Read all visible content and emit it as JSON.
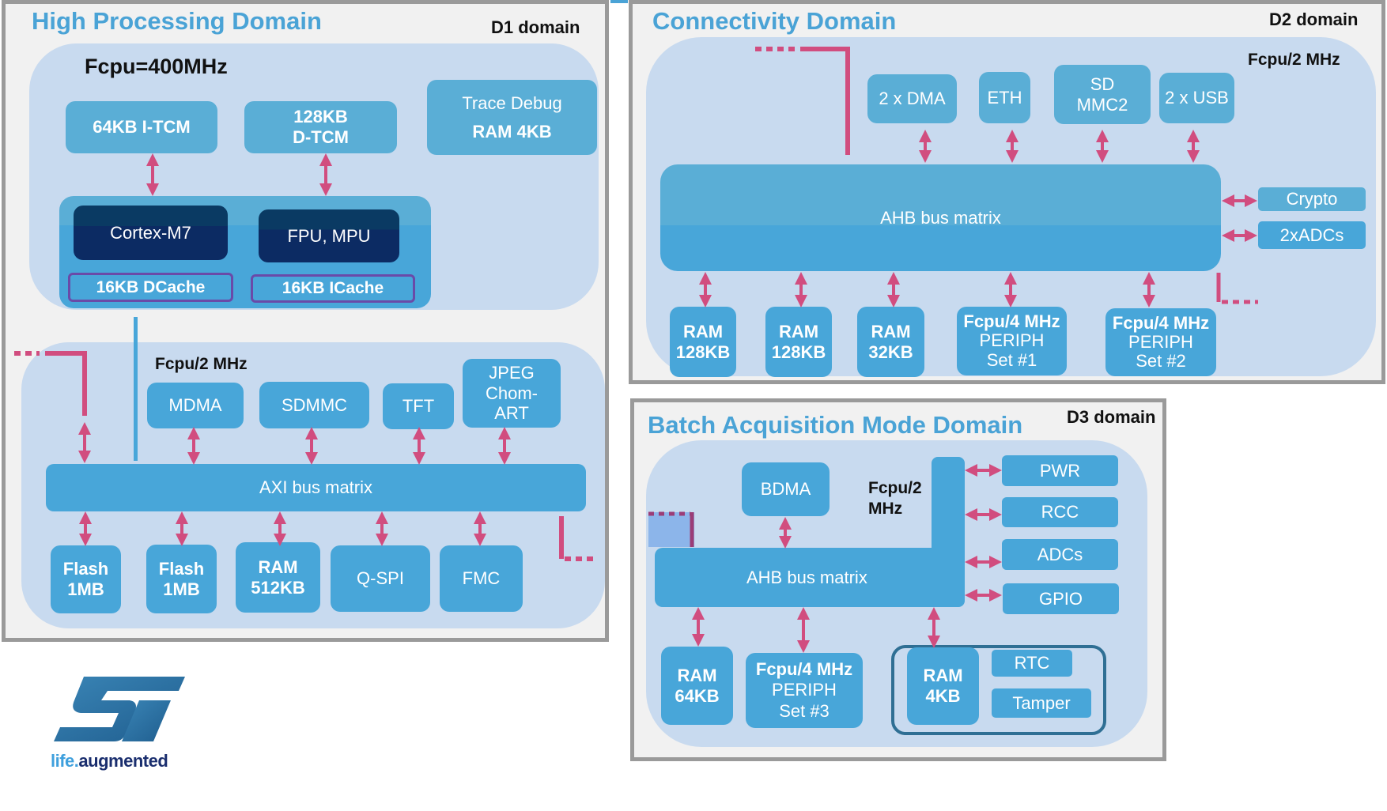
{
  "colors": {
    "title_blue": "#4aa3d6",
    "block_blue": "#48a6d9",
    "panel_blue": "#c8daef",
    "core_dark": "#0c2b63",
    "cache_border": "#6a4aa8",
    "arrow_pink": "#d14d7f",
    "domain_border": "#9a9a9a"
  },
  "d1": {
    "title": "High Processing Domain",
    "label": "D1 domain",
    "core_freq": "Fcpu=400MHz",
    "itcm": "64KB I-TCM",
    "dtcm_line1": "128KB",
    "dtcm_line2": "D-TCM",
    "trace_line1": "Trace Debug",
    "trace_line2": "RAM 4KB",
    "cortex": "Cortex-M7",
    "fpu": "FPU, MPU",
    "dcache": "16KB DCache",
    "icache": "16KB ICache",
    "bus_freq": "Fcpu/2 MHz",
    "masters": [
      {
        "lines": [
          "MDMA"
        ]
      },
      {
        "lines": [
          "SDMMC"
        ]
      },
      {
        "lines": [
          "TFT"
        ]
      },
      {
        "lines": [
          "JPEG",
          "Chom-",
          "ART"
        ]
      }
    ],
    "bus": "AXI bus matrix",
    "slaves": [
      {
        "lines": [
          "Flash",
          "1MB"
        ]
      },
      {
        "lines": [
          "Flash",
          "1MB"
        ]
      },
      {
        "lines": [
          "RAM",
          "512KB"
        ]
      },
      {
        "lines": [
          "Q-SPI"
        ]
      },
      {
        "lines": [
          "FMC"
        ]
      }
    ]
  },
  "d2": {
    "title": "Connectivity Domain",
    "label": "D2 domain",
    "bus_freq": "Fcpu/2 MHz",
    "masters": [
      {
        "lines": [
          "2 x DMA"
        ]
      },
      {
        "lines": [
          "ETH"
        ]
      },
      {
        "lines": [
          "SD",
          "MMC2"
        ]
      },
      {
        "lines": [
          "2 x USB"
        ]
      }
    ],
    "bus": "AHB bus matrix",
    "side": [
      {
        "label": "Crypto"
      },
      {
        "label": "2xADCs"
      }
    ],
    "rams": [
      {
        "lines": [
          "RAM",
          "128KB"
        ]
      },
      {
        "lines": [
          "RAM",
          "128KB"
        ]
      },
      {
        "lines": [
          "RAM",
          "32KB"
        ]
      }
    ],
    "periph": [
      {
        "freq": "Fcpu/4 MHz",
        "name": "PERIPH",
        "set": "Set #1"
      },
      {
        "freq": "Fcpu/4 MHz",
        "name": "PERIPH",
        "set": "Set #2"
      }
    ]
  },
  "d3": {
    "title": "Batch Acquisition Mode Domain",
    "label": "D3 domain",
    "bus_freq_line1": "Fcpu/2",
    "bus_freq_line2": "MHz",
    "bdma": "BDMA",
    "bus": "AHB bus matrix",
    "side": [
      {
        "label": "PWR"
      },
      {
        "label": "RCC"
      },
      {
        "label": "ADCs"
      },
      {
        "label": "GPIO"
      }
    ],
    "ram64": [
      "RAM",
      "64KB"
    ],
    "periph": {
      "freq": "Fcpu/4 MHz",
      "name": "PERIPH",
      "set": "Set #3"
    },
    "ram4": [
      "RAM",
      "4KB"
    ],
    "rtc": "RTC",
    "tamper": "Tamper"
  },
  "logo": {
    "tagline_part1": "life.",
    "tagline_part2": "augmented"
  }
}
